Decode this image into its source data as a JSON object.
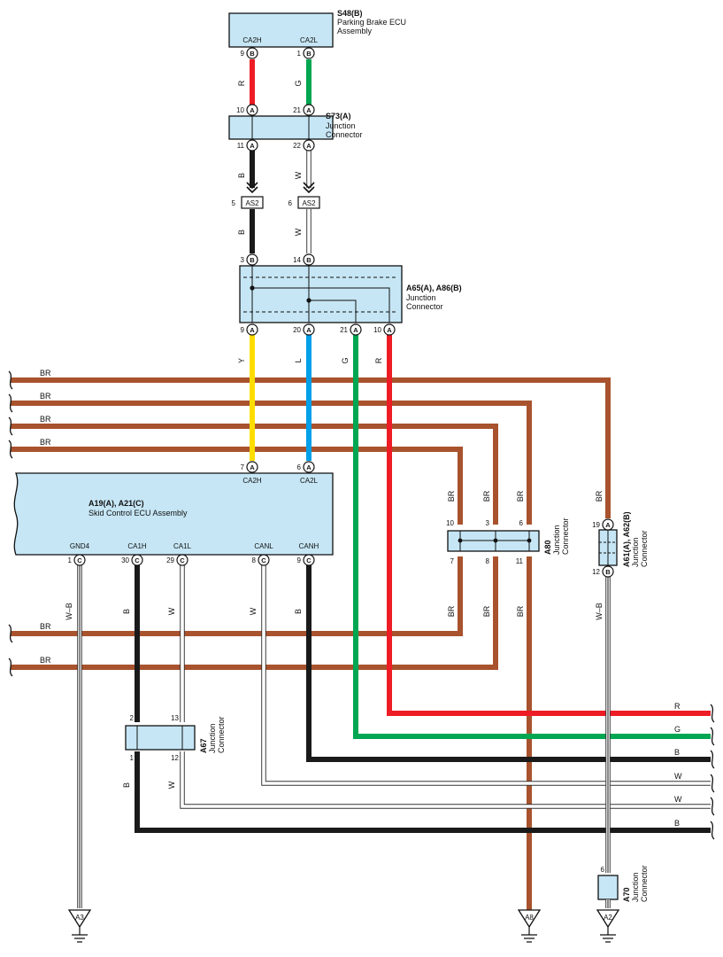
{
  "colors": {
    "BR": "#a8532e",
    "R": "#ee1c25",
    "G": "#00a651",
    "Y": "#ffdd00",
    "L": "#00a0e9",
    "B": "#1a1a1a",
    "W": "#ffffff",
    "component_fill": "#c6e6f5"
  },
  "components": {
    "s48": {
      "id": "S48(B)",
      "name_line1": "Parking Brake ECU",
      "name_line2": "Assembly",
      "pin_ca2h": "CA2H",
      "pin_ca2l": "CA2L"
    },
    "s73": {
      "id": "S73(A)",
      "name_line1": "Junction",
      "name_line2": "Connector"
    },
    "as2": {
      "label": "AS2"
    },
    "a65": {
      "id": "A65(A), A86(B)",
      "name_line1": "Junction",
      "name_line2": "Connector"
    },
    "a19": {
      "id": "A19(A), A21(C)",
      "name": "Skid Control ECU Assembly",
      "pins_top": [
        "CA2H",
        "CA2L"
      ],
      "pins_bottom": [
        "GND4",
        "CA1H",
        "CA1L",
        "CANL",
        "CANH"
      ]
    },
    "a80": {
      "id": "A80",
      "name_line1": "Junction",
      "name_line2": "Connector"
    },
    "a61": {
      "id": "A61(A), A62(B)",
      "name_line1": "Junction",
      "name_line2": "Connector"
    },
    "a67": {
      "id": "A67",
      "name_line1": "Junction",
      "name_line2": "Connector"
    },
    "a70": {
      "id": "A70",
      "name_line1": "Junction",
      "name_line2": "Connector"
    }
  },
  "grounds": [
    "A3",
    "A8",
    "A2"
  ],
  "pin_numbers": {
    "s48": [
      "9",
      "1"
    ],
    "s73_top": [
      "10",
      "21"
    ],
    "s73_bot": [
      "11",
      "22"
    ],
    "as2": [
      "5",
      "6"
    ],
    "a65_top": [
      "3",
      "14"
    ],
    "a65_bot": [
      "9",
      "20",
      "21",
      "10"
    ],
    "a19_top": [
      "7",
      "6"
    ],
    "a19_bot": [
      "1",
      "30",
      "29",
      "8",
      "9"
    ],
    "a80_top": [
      "10",
      "3",
      "6"
    ],
    "a80_bot": [
      "7",
      "8",
      "11"
    ],
    "a61": [
      "19",
      "12"
    ],
    "a67_top": [
      "2",
      "13"
    ],
    "a67_bot": [
      "1",
      "12"
    ],
    "a70": [
      "6"
    ]
  },
  "connector_letters": {
    "A": "A",
    "B": "B",
    "C": "C"
  },
  "wire_labels": {
    "R": "R",
    "G": "G",
    "B": "B",
    "W": "W",
    "Y": "Y",
    "L": "L",
    "BR": "BR",
    "WB": "W–B"
  }
}
